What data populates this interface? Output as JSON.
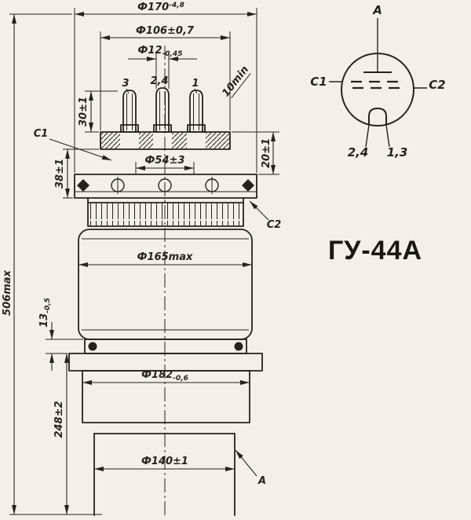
{
  "meta": {
    "background": "#f2f0e9",
    "ink": "#26221c",
    "description": "GOST-style dimensioned outline drawing of power vacuum tube with schematic symbol"
  },
  "dims": {
    "d170_base": "Ф170",
    "d170_tol": "-4,8",
    "d106": "Ф106±0,7",
    "d12_base": "Ф12",
    "d12_tol": "-0,45",
    "d10min": "10min",
    "d30": "30±1",
    "d20": "20±1",
    "d38": "38±1",
    "d54": "Ф54±3",
    "d165": "Ф165max",
    "d506": "506max",
    "d13_base": "13",
    "d13_tol": "-0,5",
    "d182_base": "Ф182",
    "d182_tol": "-0,6",
    "d248": "248±2",
    "d140": "Ф140±1"
  },
  "labels": {
    "c1": "C1",
    "c2": "C2",
    "a": "A",
    "pin3": "3",
    "pin24": "2,4",
    "pin1": "1"
  },
  "schematic": {
    "anode": "A",
    "c1": "C1",
    "c2": "C2",
    "pins_24": "2,4",
    "pins_13": "1,3",
    "type": "ГУ-44А"
  }
}
